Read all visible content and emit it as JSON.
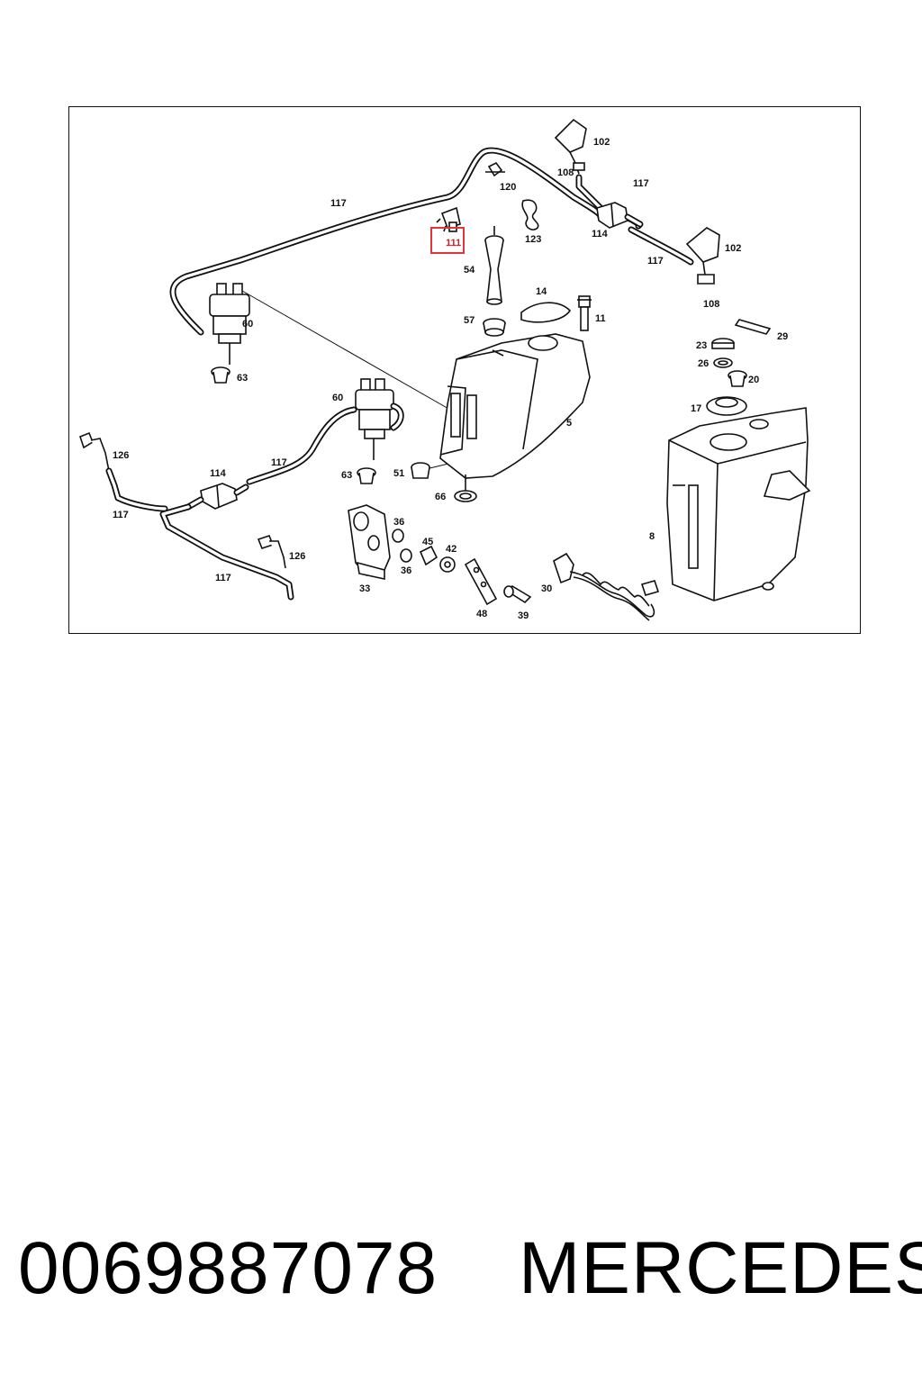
{
  "diagram": {
    "highlight_color": "#e3343c",
    "highlighted_part": "111",
    "labels": {
      "l102a": "102",
      "l108a": "108",
      "l117a": "117",
      "l120": "120",
      "l117b": "117",
      "l111": "111",
      "l123": "123",
      "l114a": "114",
      "l102b": "102",
      "l117c": "117",
      "l108b": "108",
      "l54": "54",
      "l14": "14",
      "l60a": "60",
      "l57": "57",
      "l11": "11",
      "l29": "29",
      "l23": "23",
      "l26": "26",
      "l20": "20",
      "l63a": "63",
      "l60b": "60",
      "l5": "5",
      "l17": "17",
      "l126a": "126",
      "l117d": "117",
      "l114b": "114",
      "l63b": "63",
      "l51": "51",
      "l66": "66",
      "l117e": "117",
      "l36a": "36",
      "l45": "45",
      "l42": "42",
      "l8": "8",
      "l126b": "126",
      "l36b": "36",
      "l117f": "117",
      "l33": "33",
      "l30": "30",
      "l48": "48",
      "l39": "39"
    }
  },
  "footer": {
    "part_number": "0069887078",
    "brand": "MERCEDES"
  }
}
